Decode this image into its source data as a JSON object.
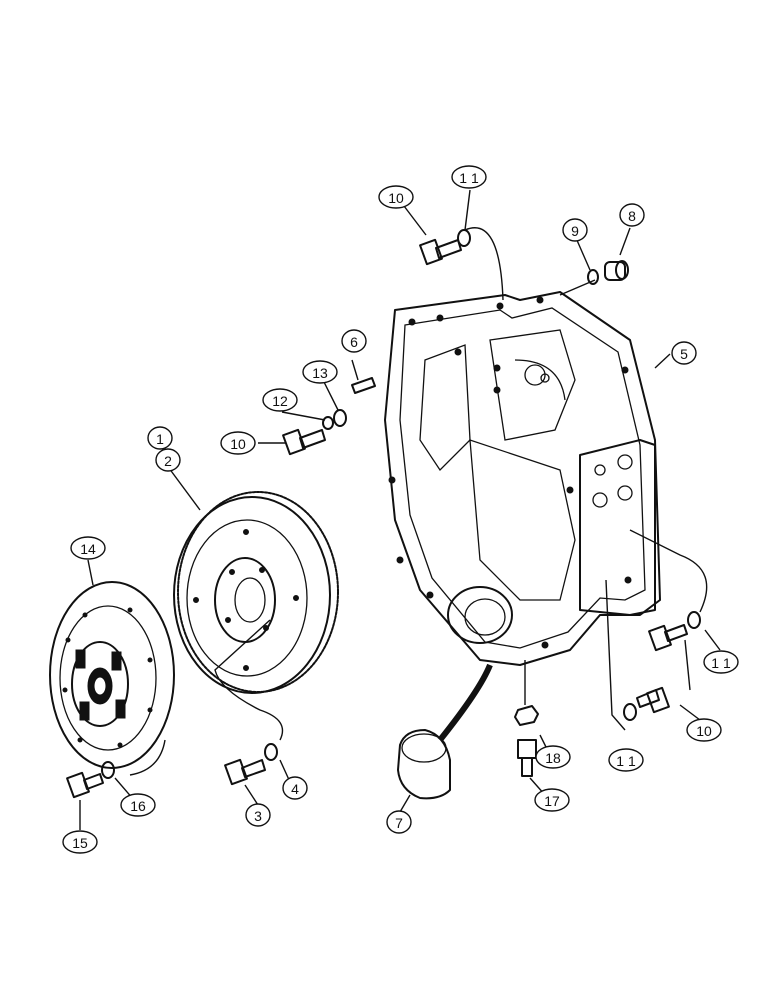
{
  "callouts": [
    {
      "id": "c1",
      "label": "1"
    },
    {
      "id": "c2",
      "label": "2"
    },
    {
      "id": "c3",
      "label": "3"
    },
    {
      "id": "c4",
      "label": "4"
    },
    {
      "id": "c5",
      "label": "5"
    },
    {
      "id": "c6",
      "label": "6"
    },
    {
      "id": "c7",
      "label": "7"
    },
    {
      "id": "c8",
      "label": "8"
    },
    {
      "id": "c9",
      "label": "9"
    },
    {
      "id": "c10a",
      "label": "10"
    },
    {
      "id": "c10b",
      "label": "10"
    },
    {
      "id": "c10c",
      "label": "10"
    },
    {
      "id": "c11a",
      "label": "1 1"
    },
    {
      "id": "c11b",
      "label": "1 1"
    },
    {
      "id": "c11c",
      "label": "1 1"
    },
    {
      "id": "c12",
      "label": "12"
    },
    {
      "id": "c13",
      "label": "13"
    },
    {
      "id": "c14",
      "label": "14"
    },
    {
      "id": "c15",
      "label": "15"
    },
    {
      "id": "c16",
      "label": "16"
    },
    {
      "id": "c17",
      "label": "17"
    },
    {
      "id": "c18",
      "label": "18"
    }
  ],
  "part_icons": {
    "housing": "flywheel-housing-icon",
    "flywheel": "flywheel-icon",
    "clutch": "clutch-disc-icon",
    "cover": "cover-plug-icon"
  }
}
